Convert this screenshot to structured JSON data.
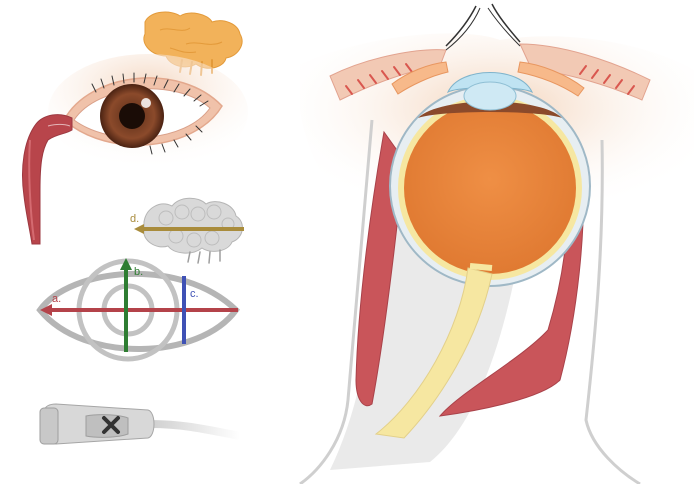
{
  "labels": {
    "a": "a.",
    "b": "b.",
    "c": "c.",
    "d": "d."
  },
  "colors": {
    "label_a": "#b4434a",
    "label_b": "#2e7d32",
    "label_c": "#3f51b5",
    "label_d": "#a98c3c",
    "muscle": "#c9555a",
    "globe": "#e8873e",
    "optic_nerve": "#f6e7a1",
    "skin": "#f6dcc6",
    "gland": "#f2b25a"
  },
  "icons": {
    "lacrimal_gland": "lacrimal-gland-icon",
    "external_eye": "external-eye-icon",
    "nasolacrimal_duct": "nasolacrimal-duct-icon",
    "orbital_fat": "orbital-fat-icon",
    "scan_planes": "scan-planes-icon",
    "ultrasound_probe": "ultrasound-probe-icon",
    "eye_cross_section": "eye-cross-section-icon"
  }
}
